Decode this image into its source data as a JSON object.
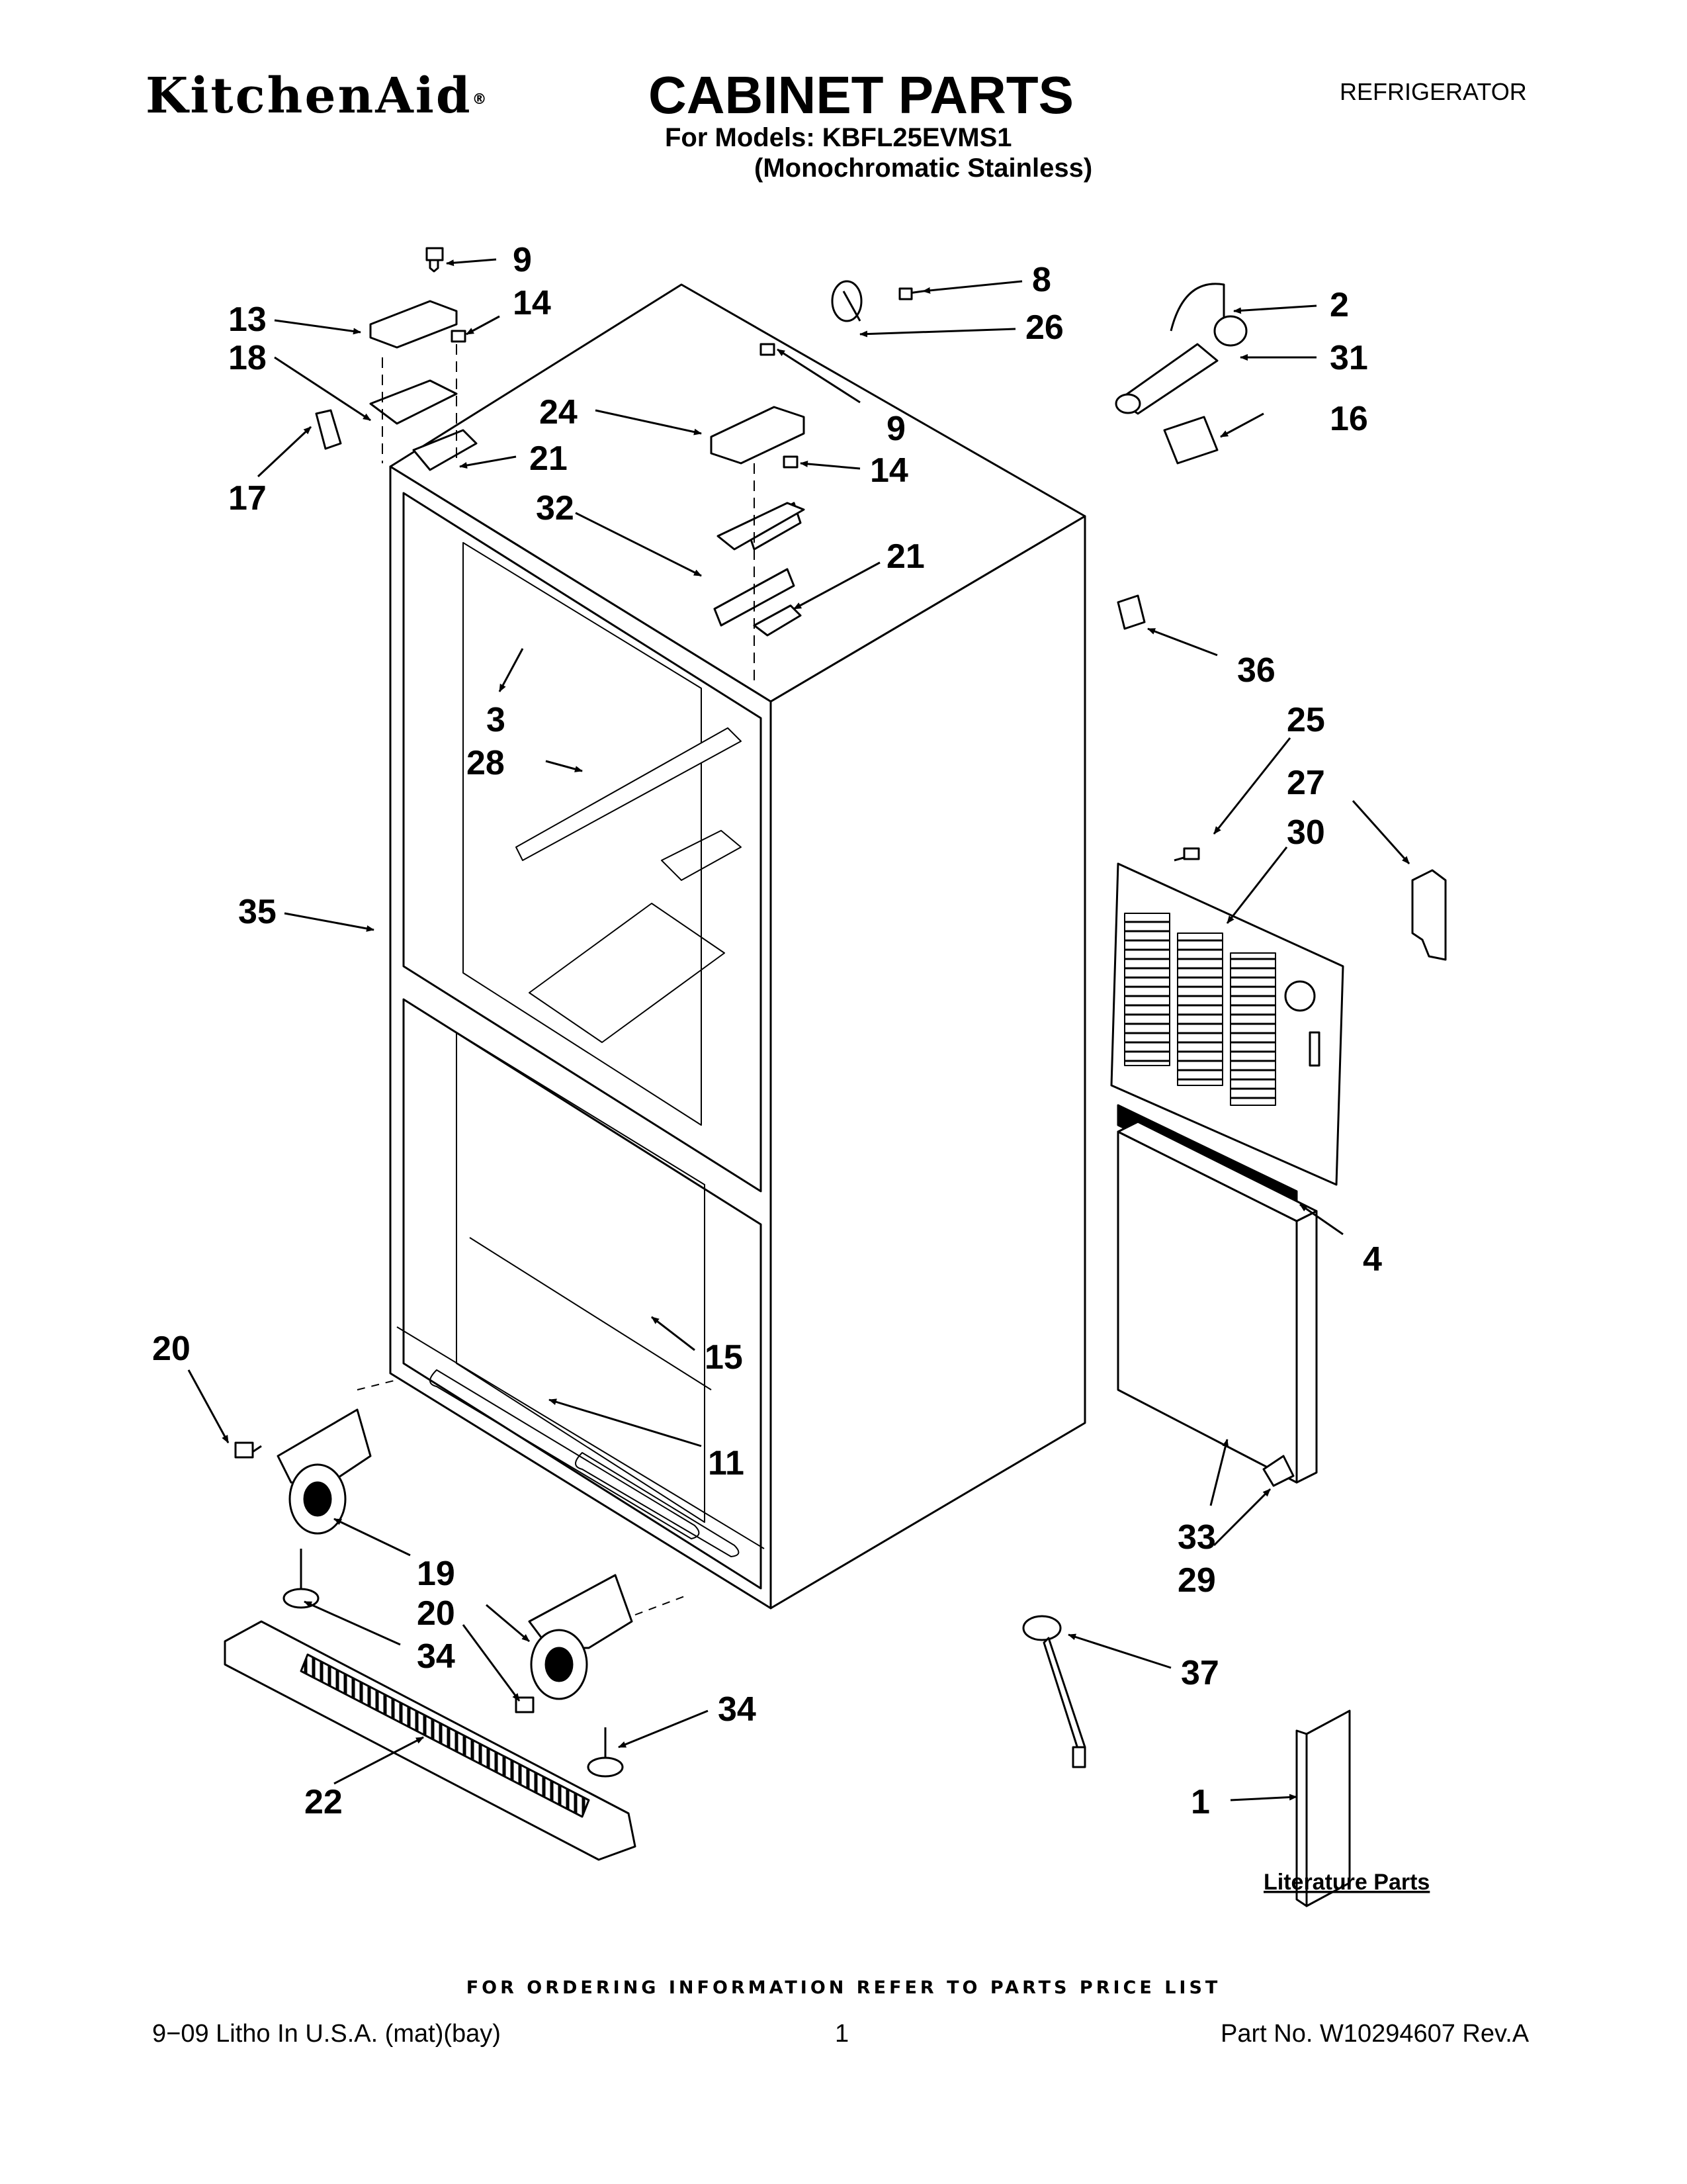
{
  "header": {
    "brand": "KitchenAid",
    "registered_mark": "®",
    "title": "CABINET PARTS",
    "category": "REFRIGERATOR",
    "models_line": "For Models: KBFL25EVMS1",
    "variant_line": "(Monochromatic Stainless)"
  },
  "diagram": {
    "callouts": {
      "c1": "1",
      "c2": "2",
      "c3": "3",
      "c4": "4",
      "c8": "8",
      "c9a": "9",
      "c9b": "9",
      "c11": "11",
      "c13": "13",
      "c14a": "14",
      "c14b": "14",
      "c15": "15",
      "c16": "16",
      "c17": "17",
      "c18": "18",
      "c19": "19",
      "c20a": "20",
      "c20b": "20",
      "c21a": "21",
      "c21b": "21",
      "c22": "22",
      "c24": "24",
      "c25": "25",
      "c26": "26",
      "c27": "27",
      "c28": "28",
      "c29": "29",
      "c30": "30",
      "c31": "31",
      "c32": "32",
      "c33": "33",
      "c34a": "34",
      "c34b": "34",
      "c35": "35",
      "c36": "36",
      "c37": "37"
    },
    "literature_label": "Literature Parts"
  },
  "footer": {
    "ordering_note": "FOR ORDERING INFORMATION REFER TO PARTS PRICE LIST",
    "litho": "9−09 Litho In U.S.A. (mat)(bay)",
    "page_number": "1",
    "part_number": "Part No. W10294607 Rev.A"
  }
}
